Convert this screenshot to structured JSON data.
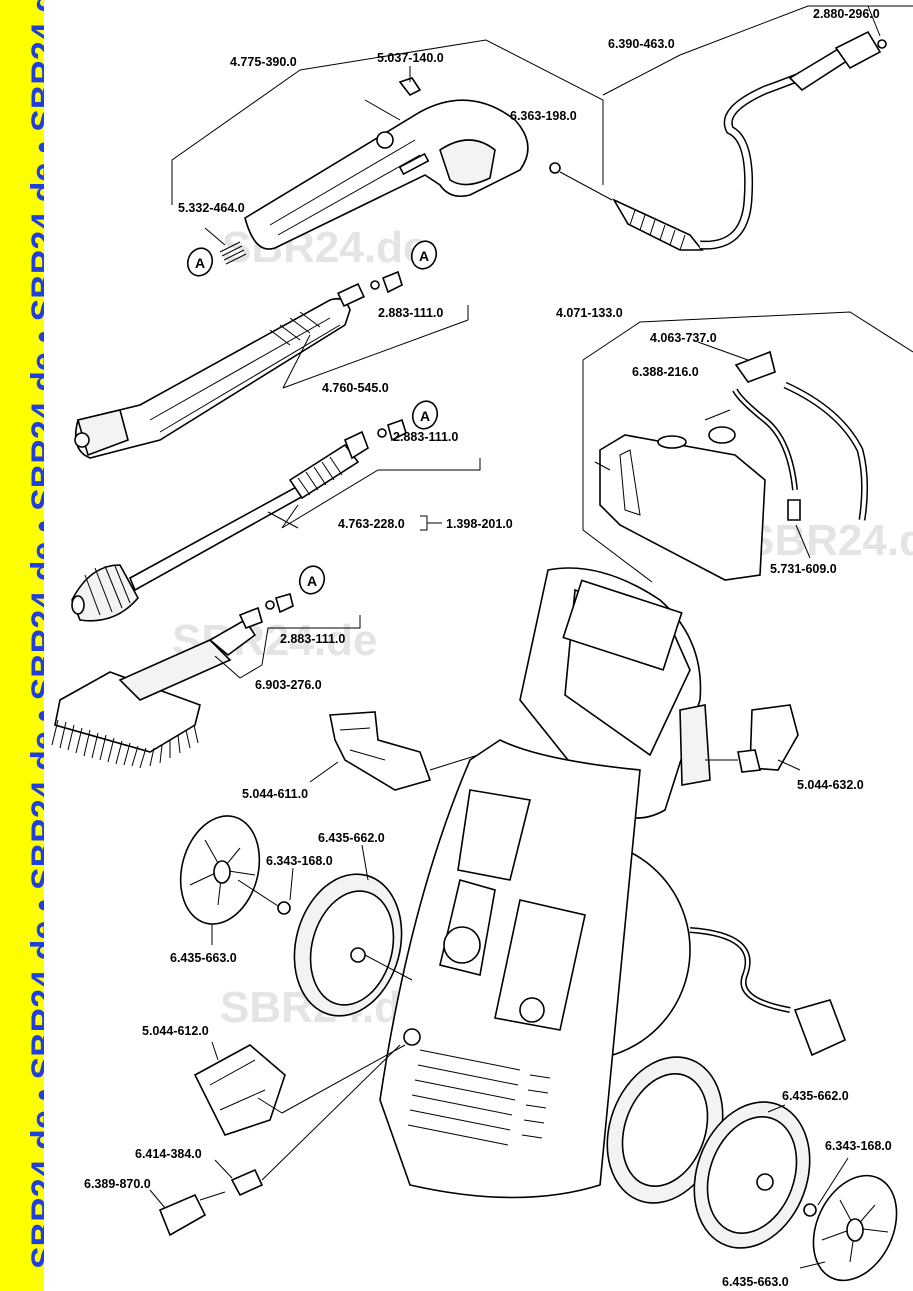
{
  "sidebar": {
    "text": "SBR24.de • SBR24.de • SBR24.de • SBR24.de • SBR24.de • SBR24.de • SBR24.de • SBR24.de • S",
    "background": "#ffff00",
    "text_color": "#1f3fe0"
  },
  "watermark": "SBR24.de",
  "ref_marker": "A",
  "parts": {
    "gun": "4.775-390.0",
    "clip": "5.037-140.0",
    "oring_gun": "6.363-198.0",
    "hose": "6.390-463.0",
    "hose_end": "2.880-296.0",
    "spring": "5.332-464.0",
    "lance_seal_1": "2.883-111.0",
    "lance_vario": "4.760-545.0",
    "lance_seal_2": "2.883-111.0",
    "lance_rotor": "4.763-228.0",
    "rotor_set": "1.398-201.0",
    "lance_seal_3": "2.883-111.0",
    "brush": "6.903-276.0",
    "detergent_tank": "4.071-133.0",
    "tank_cap": "4.063-737.0",
    "suction_hose": "6.388-216.0",
    "filter": "5.731-609.0",
    "holder_left": "5.044-611.0",
    "holder_right": "5.044-632.0",
    "wheel_left": "6.435-662.0",
    "washer_left": "6.343-168.0",
    "hubcap_left": "6.435-663.0",
    "cover": "5.044-612.0",
    "connector": "6.414-384.0",
    "coupling": "6.389-870.0",
    "wheel_right": "6.435-662.0",
    "washer_right": "6.343-168.0",
    "hubcap_right": "6.435-663.0"
  }
}
